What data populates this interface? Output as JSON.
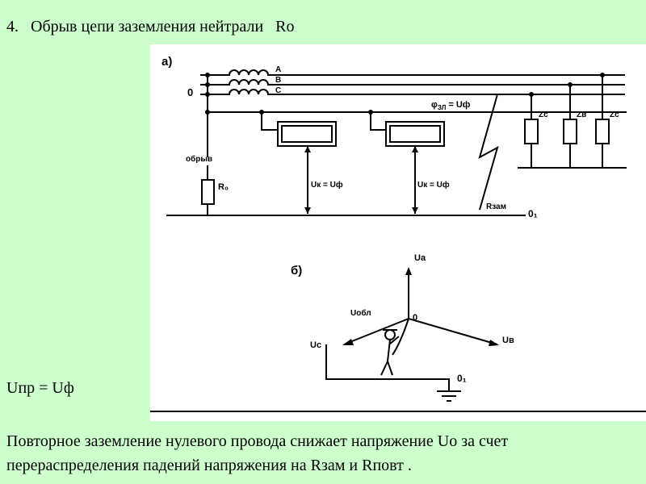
{
  "slide": {
    "title": "4.   Обрыв цепи заземления нейтрали   Ro",
    "formula": "Uпр = Uф",
    "conclusion": "Повторное заземление нулевого провода снижает напряжение  Uo за счет перераспределения падений напряжения на  Rзам и Rповт ."
  },
  "diagram": {
    "part_a": {
      "label": "а)",
      "phases": [
        "A",
        "B",
        "C"
      ],
      "neutral": "0",
      "break": "обрыв",
      "r0": "R₀",
      "phi": "φ",
      "phi_sub": "ЗЛ",
      "phi_rhs": " = Uф",
      "uk1": "Uк = Uф",
      "uk2": "Uк = Uф",
      "zc1": "Zc",
      "zb": "Zв",
      "zc2": "Zc",
      "rzam": "Rзам",
      "ground": "0₁"
    },
    "part_b": {
      "label": "б)",
      "ua": "Ua",
      "ub": "Uв",
      "uc": "Uc",
      "uobl": "Uобл",
      "o": "0",
      "o1": "0₁"
    }
  }
}
